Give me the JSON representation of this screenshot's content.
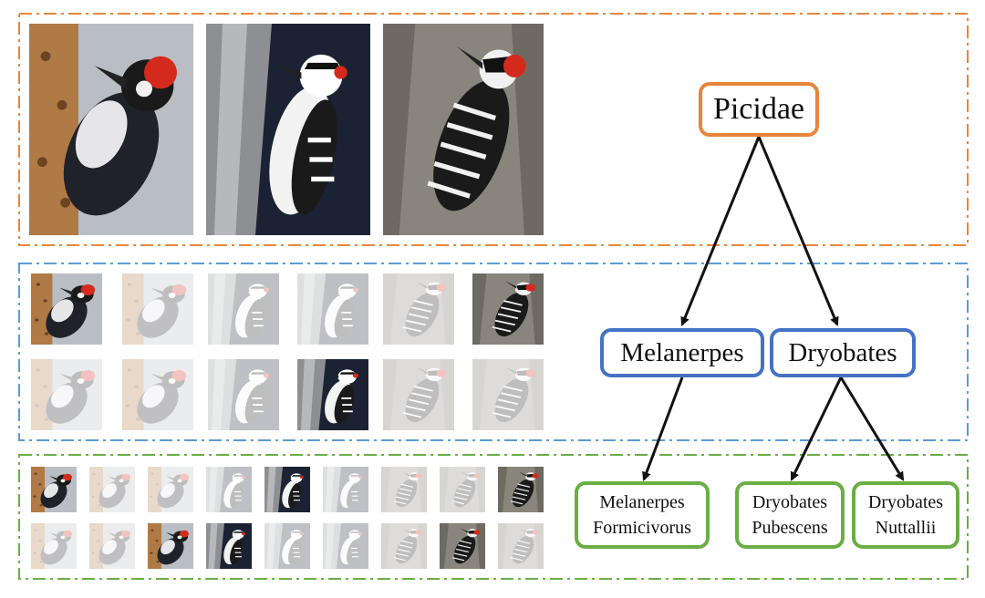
{
  "colors": {
    "level_family": "#e8853b",
    "level_genus": "#4472c4",
    "level_species": "#6aae45"
  },
  "tree": {
    "root": "Picidae",
    "genus_1": "Melanerpes",
    "genus_2": "Dryobates",
    "species_1": [
      "Melanerpes",
      "Formicivorus"
    ],
    "species_2": [
      "Dryobates",
      "Pubescens"
    ],
    "species_3": [
      "Dryobates",
      "Nuttallii"
    ]
  },
  "photo_kinds": [
    "acorn-woodpecker",
    "downy-woodpecker",
    "nuttalls-woodpecker"
  ]
}
